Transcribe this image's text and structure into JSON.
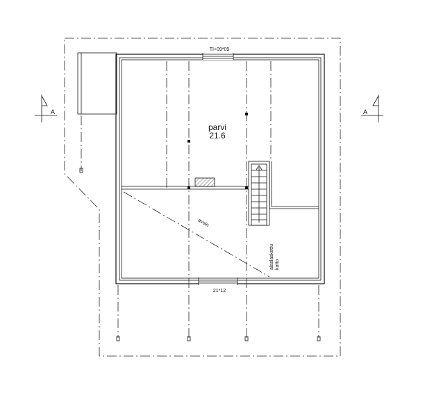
{
  "labels": {
    "room_name": "parvi",
    "room_area": "21.6",
    "top_window": "TI+09*09",
    "bottom_window": "21*12",
    "opening": "avoin",
    "sloped_ceiling_line1": "alaslaskettu",
    "sloped_ceiling_line2": "katto",
    "section_left": "A",
    "section_right": "A"
  },
  "colors": {
    "line": "#111111",
    "hatch": "#555555",
    "background": "#ffffff"
  }
}
